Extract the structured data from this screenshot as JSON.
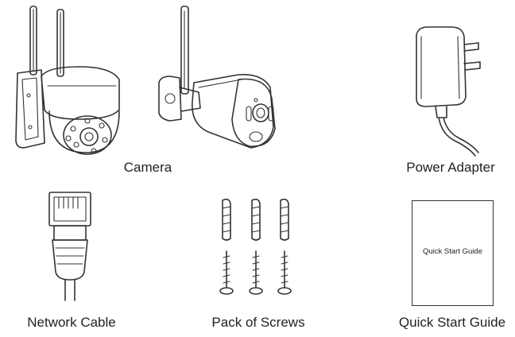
{
  "items": [
    {
      "id": "camera",
      "label": "Camera",
      "icon": "camera-set-icon"
    },
    {
      "id": "power-adapter",
      "label": "Power Adapter",
      "icon": "power-adapter-icon"
    },
    {
      "id": "network-cable",
      "label": "Network Cable",
      "icon": "network-cable-icon"
    },
    {
      "id": "pack-of-screws",
      "label": "Pack of Screws",
      "icon": "screws-icon"
    },
    {
      "id": "quick-start-guide",
      "label": "Quick Start Guide",
      "icon": "booklet-icon",
      "cover_text": "Quick Start Guide"
    }
  ]
}
